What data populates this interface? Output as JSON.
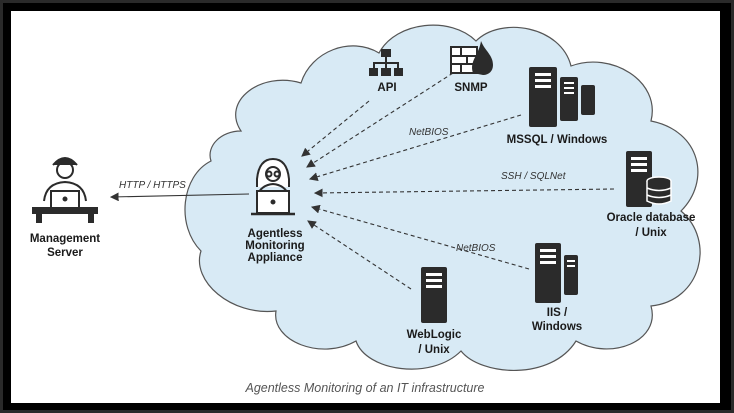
{
  "caption": "Agentless Monitoring of an IT infrastructure",
  "nodes": {
    "management": [
      "Management",
      "Server"
    ],
    "appliance": [
      "Agentless",
      "Monitoring",
      "Appliance"
    ],
    "api": "API",
    "snmp": "SNMP",
    "mssql": "MSSQL / Windows",
    "oracle": [
      "Oracle database",
      "/ Unix"
    ],
    "iis": [
      "IIS /",
      "Windows"
    ],
    "weblogic": [
      "WebLogic",
      "/ Unix"
    ]
  },
  "protocols": {
    "http": "HTTP / HTTPS",
    "netbios_top": "NetBIOS",
    "ssh": "SSH / SQLNet",
    "netbios_bottom": "NetBIOS"
  },
  "colors": {
    "cloud_fill": "#d8eaf5",
    "cloud_stroke": "#555555",
    "icon_dark": "#2b2b2b"
  }
}
